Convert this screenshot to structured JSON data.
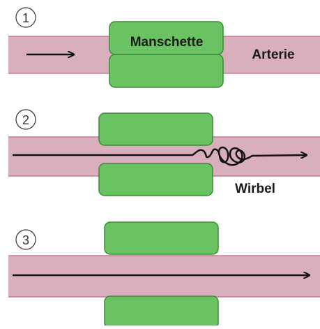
{
  "colors": {
    "artery_fill": "#d9aebd",
    "artery_border": "#c47c92",
    "cuff_fill": "#6ac262",
    "cuff_border": "#3d8a38",
    "arrow": "#111111",
    "background": "#ffffff"
  },
  "panels": [
    {
      "step": "1",
      "cuff_label": "Manschette",
      "artery_label": "Arterie",
      "flow": "short-arrow",
      "cuff_state": "closed"
    },
    {
      "step": "2",
      "vortex_label": "Wirbel",
      "flow": "turbulent-arrow",
      "cuff_state": "partially-open"
    },
    {
      "step": "3",
      "flow": "laminar-arrow",
      "cuff_state": "open"
    }
  ]
}
